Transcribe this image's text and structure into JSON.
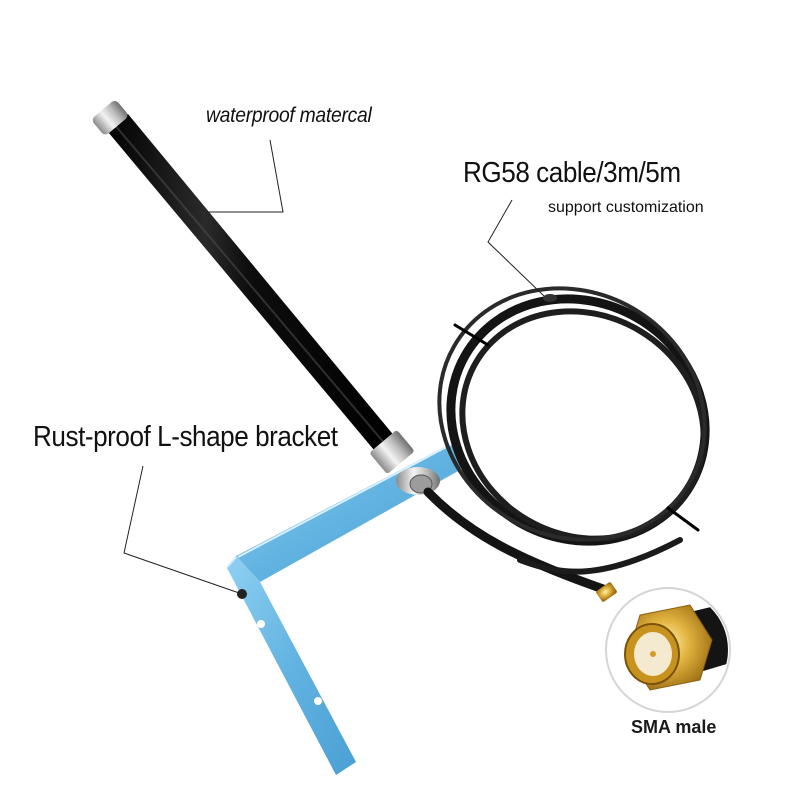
{
  "product": {
    "type": "outdoor omni antenna with L-bracket and coax cable",
    "colors": {
      "background": "#ffffff",
      "antenna_body": "#121212",
      "chrome_cap": "#c9c9c9",
      "bracket_blue": "#6cb8e4",
      "cable": "#151515",
      "connector_gold": "#d4a52a",
      "callout_line": "#222222"
    }
  },
  "callouts": {
    "waterproof": {
      "text": "waterproof matercal",
      "icon": "callout-line"
    },
    "cable": {
      "text": "RG58 cable/3m/5m",
      "subtext": "support customization",
      "icon": "callout-line"
    },
    "bracket": {
      "text": "Rust-proof L-shape bracket",
      "icon": "callout-dot"
    },
    "connector": {
      "text": "SMA male",
      "icon": "sma-connector-closeup"
    }
  }
}
